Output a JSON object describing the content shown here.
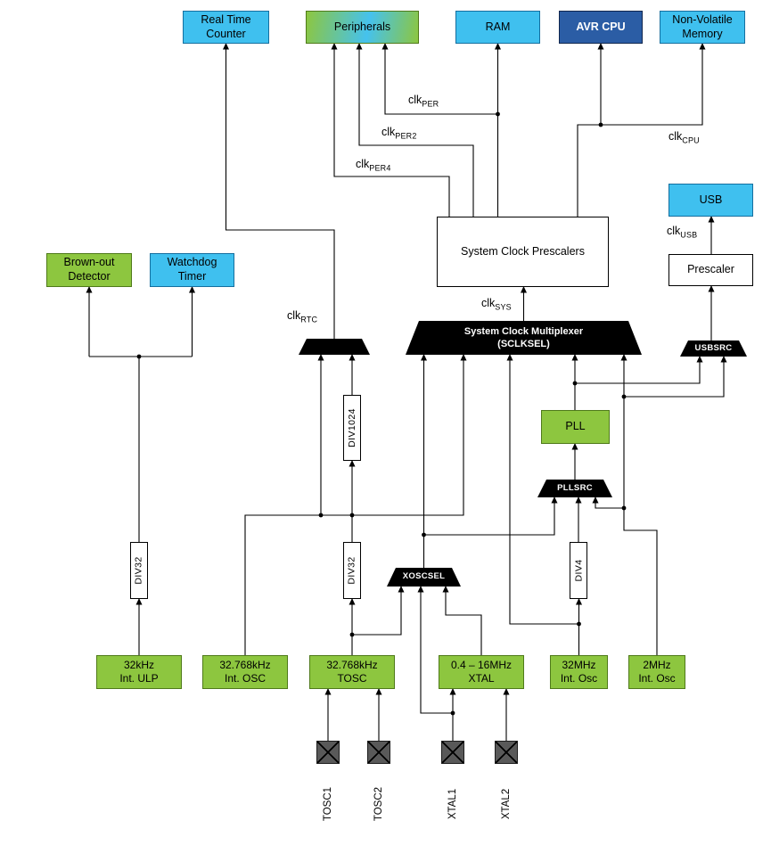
{
  "diagram": {
    "boxes": {
      "real_time_counter": {
        "line1": "Real Time",
        "line2": "Counter"
      },
      "peripherals": {
        "line1": "Peripherals"
      },
      "ram": {
        "line1": "RAM"
      },
      "avr_cpu": {
        "line1": "AVR CPU"
      },
      "non_volatile_memory": {
        "line1": "Non-Volatile",
        "line2": "Memory"
      },
      "usb": {
        "line1": "USB"
      },
      "prescaler": {
        "line1": "Prescaler"
      },
      "system_clock_prescalers": {
        "line1": "System Clock Prescalers"
      },
      "brown_out_detector": {
        "line1": "Brown-out",
        "line2": "Detector"
      },
      "watchdog_timer": {
        "line1": "Watchdog",
        "line2": "Timer"
      },
      "pll": {
        "line1": "PLL"
      },
      "int_ulp_32khz": {
        "line1": "32kHz",
        "line2": "Int. ULP"
      },
      "int_osc_32768hz": {
        "line1": "32.768kHz",
        "line2": "Int. OSC"
      },
      "tosc_32768hz": {
        "line1": "32.768kHz",
        "line2": "TOSC"
      },
      "xtal_04_16mhz": {
        "line1": "0.4 – 16MHz",
        "line2": "XTAL"
      },
      "int_osc_32mhz": {
        "line1": "32MHz",
        "line2": "Int. Osc"
      },
      "int_osc_2mhz": {
        "line1": "2MHz",
        "line2": "Int. Osc"
      }
    },
    "muxes": {
      "sclksel": {
        "line1": "System Clock Multiplexer",
        "line2": "(SCLKSEL)"
      },
      "usbsrc": "USBSRC",
      "pllsrc": "PLLSRC",
      "xoscsel": "XOSCSEL"
    },
    "dividers": {
      "div1024": "DIV1024",
      "div32": "DIV32",
      "div4": "DIV4"
    },
    "clock_labels": {
      "per": {
        "base": "clk",
        "sub": "PER"
      },
      "per2": {
        "base": "clk",
        "sub": "PER2"
      },
      "per4": {
        "base": "clk",
        "sub": "PER4"
      },
      "cpu": {
        "base": "clk",
        "sub": "CPU"
      },
      "usb": {
        "base": "clk",
        "sub": "USB"
      },
      "sys": {
        "base": "clk",
        "sub": "SYS"
      },
      "rtc": {
        "base": "clk",
        "sub": "RTC"
      }
    },
    "pins": {
      "tosc1": "TOSC1",
      "tosc2": "TOSC2",
      "xtal1": "XTAL1",
      "xtal2": "XTAL2"
    },
    "colors": {
      "box_cyan": "#3fc0ef",
      "box_green": "#8dc63f",
      "cpu_blue": "#2b5da5",
      "mux_black": "#000000",
      "pad_gray": "#595959"
    }
  }
}
